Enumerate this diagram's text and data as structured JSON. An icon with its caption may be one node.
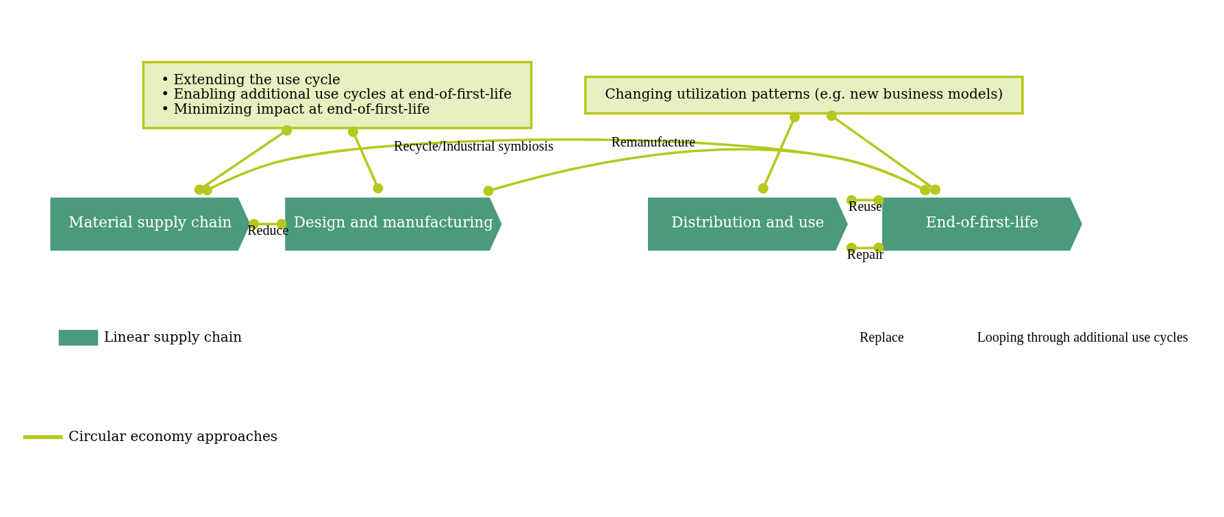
{
  "diagram": {
    "nodes": [
      {
        "text": [
          "• Extending the use cycle",
          "• Enabling additional use cycles at end-of-first-life",
          "• Minimizing impact at end-of-first-life"
        ]
      },
      {
        "text": [
          "Changing utilization patterns (e.g. new business models)"
        ]
      },
      {
        "text": [
          "Material supply chain"
        ]
      },
      {
        "text": [
          "Design and manufacturing"
        ]
      },
      {
        "text": [
          "Distribution and use"
        ]
      },
      {
        "text": [
          "End-of-first-life"
        ]
      }
    ],
    "edges": [
      {
        "from": 0,
        "to": 2,
        "arrow": "other"
      },
      {
        "from": 0,
        "to": 3,
        "arrow": "other"
      },
      {
        "from": 1,
        "to": 4,
        "arrow": "other"
      },
      {
        "from": 1,
        "to": 5,
        "arrow": "other"
      },
      {
        "from": 2,
        "to": 3,
        "arrow": "other",
        "label": "Reduce"
      },
      {
        "from": 5,
        "to": 4,
        "arrow": "other",
        "label": "Repair"
      },
      {
        "from": 5,
        "to": 4,
        "arrow": "other",
        "label": "Reuse"
      },
      {
        "from": 5,
        "to": 3,
        "arrow": "other",
        "label": "Remanufacture"
      },
      {
        "from": 5,
        "to": 2,
        "arrow": "other",
        "label": "Recycle/Industrial symbiosis"
      }
    ],
    "labels": [
      "Replace",
      "Looping through additional use cycles"
    ],
    "legend": [
      {
        "text": "Linear supply chain",
        "color": "#4a9a7b"
      },
      {
        "text": "Circular economy approaches"
      }
    ]
  }
}
